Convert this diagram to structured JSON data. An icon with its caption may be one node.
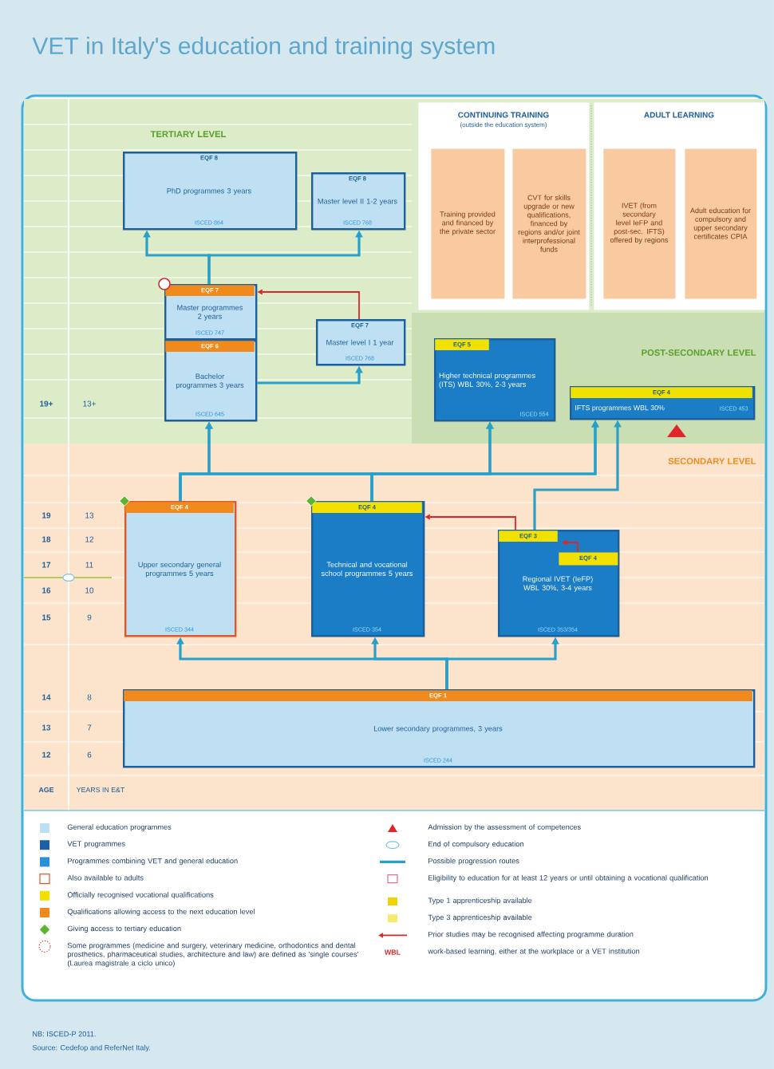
{
  "diagram": {
    "title": "VET in Italy's education and training system",
    "nodes": [
      {
        "text": [
          "EQF 8",
          "PhD programmes 3 years",
          "ISCED 864"
        ]
      },
      {
        "text": [
          "EQF 8",
          "Master level II 1-2 years",
          "ISCED 768"
        ]
      },
      {
        "text": [
          "EQF 7",
          "Master programmes 2 years",
          "ISCED 747"
        ]
      },
      {
        "text": [
          "EQF 6",
          "Bachelor programmes 3 years",
          "ISCED 645"
        ]
      },
      {
        "text": [
          "EQF 7",
          "Master level I 1 year",
          "ISCED 768"
        ]
      },
      {
        "text": [
          "CONTINUING TRAINING",
          "(outside the education system)"
        ]
      },
      {
        "text": [
          "Training provided and financed by the private sector"
        ],
        "in": 5
      },
      {
        "text": [
          "CVT for skills upgrade or new qualifications, financed by regions and/or joint interprofessional funds"
        ],
        "in": 5
      },
      {
        "text": [
          "ADULT LEARNING"
        ]
      },
      {
        "text": [
          "IVET (from secondary level IeFP and post-sec. IFTS) offered by regions"
        ],
        "in": 8
      },
      {
        "text": [
          "Adult education for compulsory and upper secondary certificates CPIA"
        ],
        "in": 8
      },
      {
        "text": [
          "EQF 5",
          "Higher technical programmes (ITS) WBL 30%, 2-3 years",
          "ISCED 554"
        ]
      },
      {
        "text": [
          "EQF 4",
          "IFTS programmes WBL 30%",
          "ISCED 453"
        ]
      },
      {
        "text": [
          "EQF 4",
          "Upper secondary general programmes 5 years",
          "ISCED 344"
        ]
      },
      {
        "text": [
          "EQF 4",
          "Technical and vocational school programmes 5 years",
          "ISCED 354"
        ]
      },
      {
        "text": [
          "EQF 3",
          "Regional IVET (IeFP) WBL 30%, 3-4 years",
          "ISCED 353/354"
        ]
      },
      {
        "text": [
          "EQF 4"
        ],
        "in": 15
      },
      {
        "text": [
          "EQF 1",
          "Lower secondary programmes, 3 years",
          "ISCED 244"
        ]
      }
    ],
    "edges": [
      {
        "from": 17,
        "to": 13,
        "arrow": "to"
      },
      {
        "from": 17,
        "to": 14,
        "arrow": "to"
      },
      {
        "from": 17,
        "to": 15,
        "arrow": "to"
      },
      {
        "from": 13,
        "to": 3,
        "arrow": "to"
      },
      {
        "from": 13,
        "to": 11,
        "arrow": "to"
      },
      {
        "from": 13,
        "to": 12,
        "arrow": "to"
      },
      {
        "from": 14,
        "to": 3,
        "arrow": "to"
      },
      {
        "from": 14,
        "to": 11,
        "arrow": "to"
      },
      {
        "from": 14,
        "to": 12,
        "arrow": "to"
      },
      {
        "from": 15,
        "to": 12,
        "arrow": "to"
      },
      {
        "from": 15,
        "to": 14,
        "arrow": "to",
        "color": "#e0262b"
      },
      {
        "from": 16,
        "to": 15,
        "arrow": "to",
        "color": "#e0262b"
      },
      {
        "from": 3,
        "to": 4,
        "arrow": "to"
      },
      {
        "from": 2,
        "to": 0,
        "arrow": "to"
      },
      {
        "from": 2,
        "to": 1,
        "arrow": "to"
      },
      {
        "from": 4,
        "to": 2,
        "arrow": "to",
        "color": "#e0262b"
      }
    ],
    "labels": [
      "TERTIARY LEVEL",
      "POST-SECONDARY LEVEL",
      "19+",
      "13+",
      "SECONDARY LEVEL",
      "19",
      "13",
      "18",
      "12",
      "17",
      "11",
      "16",
      "10",
      "15",
      "9",
      "14",
      "8",
      "13",
      "7",
      "12",
      "6",
      "AGE",
      "YEARS IN E&T",
      "WBL",
      "NB: ISCED-P 2011.",
      "Source: Cedefop and ReferNet Italy."
    ],
    "legend": [
      {
        "text": "General education programmes",
        "color": "#bfe0f2"
      },
      {
        "text": "VET programmes",
        "color": "#1a5fa8"
      },
      {
        "text": "Programmes combining VET and general education",
        "color": "#2a8fd6"
      },
      {
        "text": "Also available to adults"
      },
      {
        "text": "Officially recognised vocational qualifications",
        "color": "#f2e100"
      },
      {
        "text": "Qualifications allowing access to the next education level",
        "color": "#f08a1c"
      },
      {
        "text": "Giving access to tertiary education"
      },
      {
        "text": "Some programmes (medicine and surgery, veterinary medicine, orthodontics and dental prosthetics, pharmaceutical studies, architecture and law) are defined as 'single courses' (Laurea magistrale a ciclo unico)"
      },
      {
        "text": "Admission by the assessment of competences"
      },
      {
        "text": "End of compulsory education"
      },
      {
        "text": "Possible progression routes"
      },
      {
        "text": "Eligibility to education for at least 12 years or until obtaining a vocational qualification"
      },
      {
        "text": "Type 1 apprenticeship available"
      },
      {
        "text": "Type 3 apprenticeship available"
      },
      {
        "text": "Prior studies may be recognised affecting programme duration"
      },
      {
        "text": "work-based learning, either at the workplace or a VET institution"
      }
    ]
  }
}
